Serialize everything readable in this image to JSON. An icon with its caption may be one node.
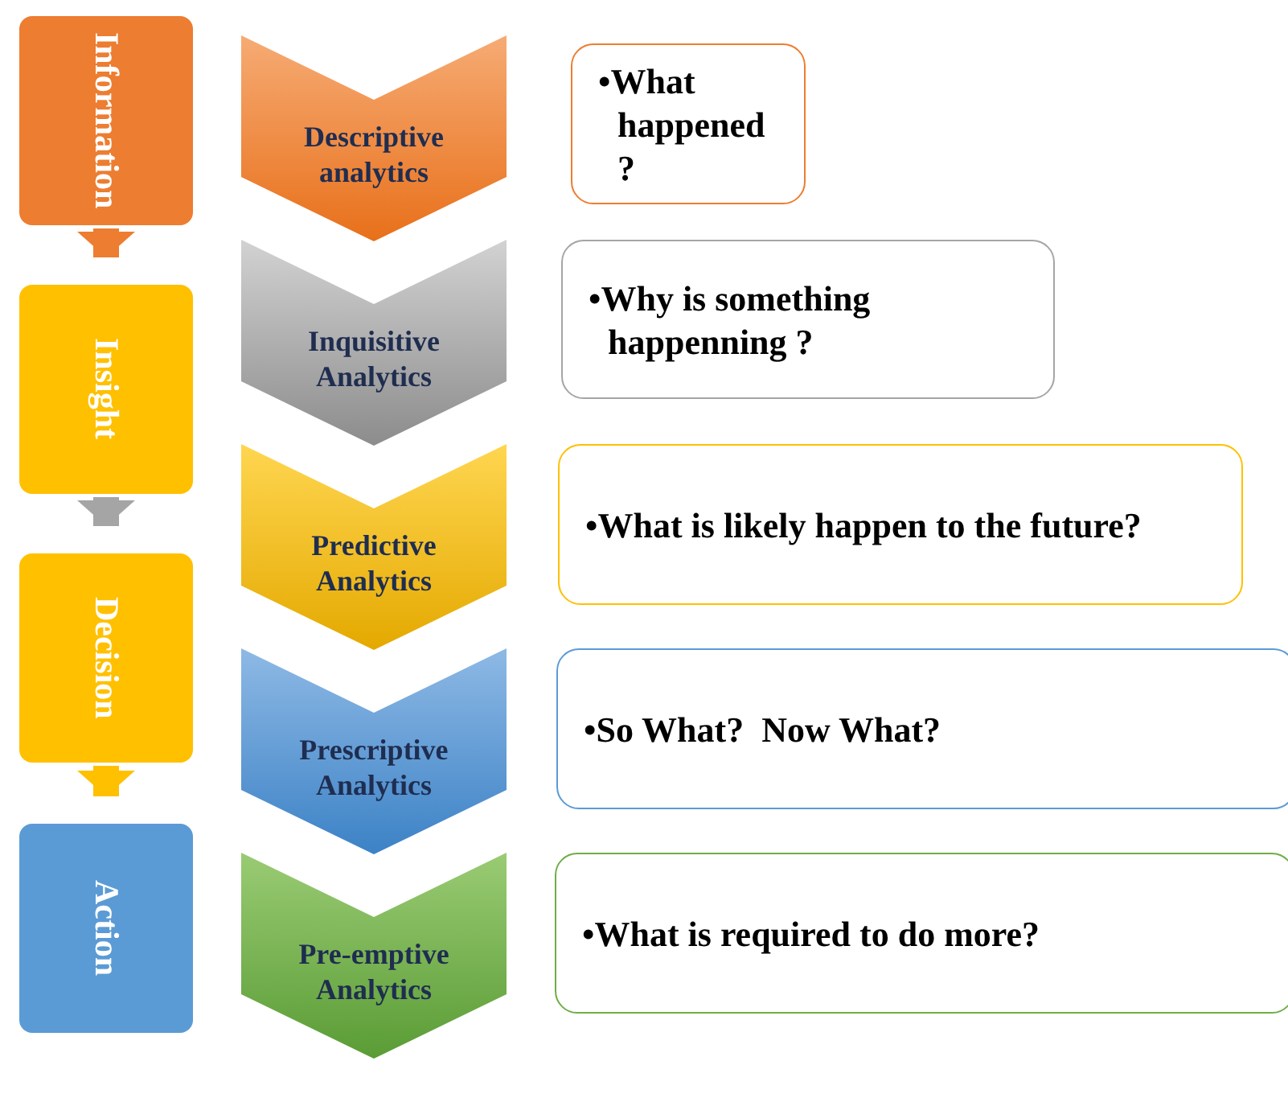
{
  "diagram": {
    "nodes": [
      {
        "text": [
          "Information"
        ]
      },
      {
        "text": [
          "Insight"
        ]
      },
      {
        "text": [
          "Decision"
        ]
      },
      {
        "text": [
          "Action"
        ]
      },
      {
        "text": [
          "Descriptive analytics"
        ]
      },
      {
        "text": [
          "Inquisitive Analytics"
        ]
      },
      {
        "text": [
          "Predictive Analytics"
        ]
      },
      {
        "text": [
          "Prescriptive Analytics"
        ]
      },
      {
        "text": [
          "Pre-emptive Analytics"
        ]
      },
      {
        "text": [
          "•What happened ?"
        ]
      },
      {
        "text": [
          "•Why is something happenning ?"
        ]
      },
      {
        "text": [
          "•What is likely happen to the future?"
        ]
      },
      {
        "text": [
          "•So What?  Now What?"
        ]
      },
      {
        "text": [
          "•What is required to do more?"
        ]
      }
    ],
    "edges": [
      {
        "from": 0,
        "to": 1,
        "arrow": "to",
        "color": "#ed7d31"
      },
      {
        "from": 1,
        "to": 2,
        "arrow": "to",
        "color": "#a5a5a5"
      },
      {
        "from": 2,
        "to": 3,
        "arrow": "to",
        "color": "#ffc000"
      }
    ]
  }
}
